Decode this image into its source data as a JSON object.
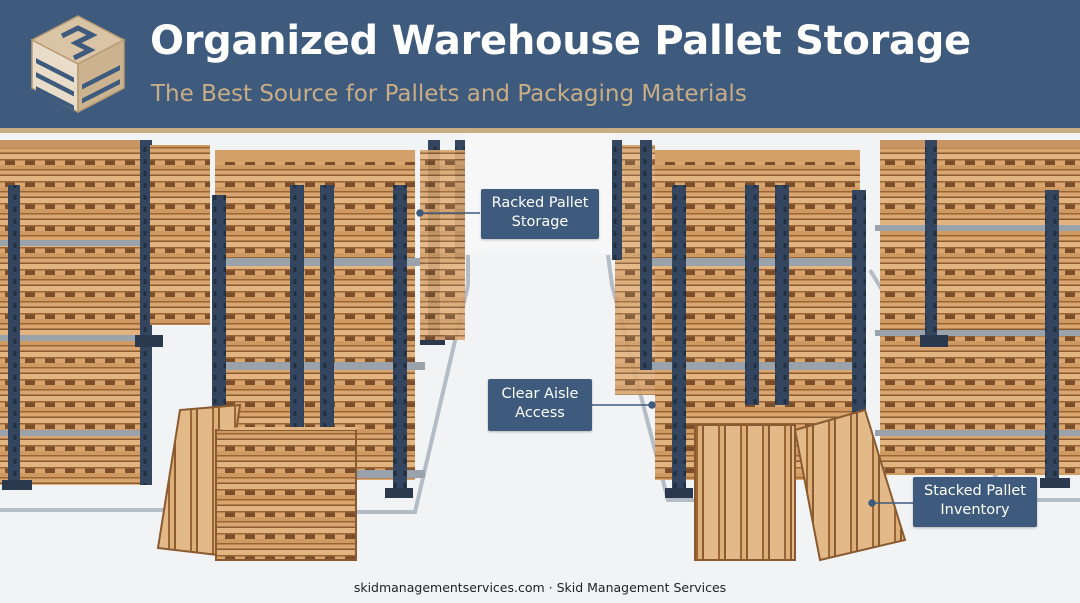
{
  "header": {
    "title": "Organized Warehouse Pallet Storage",
    "subtitle": "The Best Source for Pallets and Packaging Materials",
    "logo_icon": "pallet-stack-logo-icon"
  },
  "callouts": {
    "racked": {
      "line1": "Racked Pallet",
      "line2": "Storage"
    },
    "aisle": {
      "line1": "Clear Aisle",
      "line2": "Access"
    },
    "stacked": {
      "line1": "Stacked Pallet",
      "line2": "Inventory"
    }
  },
  "footer": {
    "text": "skidmanagementservices.com · Skid Management Services"
  },
  "colors": {
    "header_bg": "#3e5a7c",
    "accent": "#c9ad86",
    "upright": "#34465f",
    "beam": "#9aa2ab",
    "wood": "#d9a66f",
    "wood_dark": "#a06a3b",
    "floor": "#f4f5f6"
  }
}
